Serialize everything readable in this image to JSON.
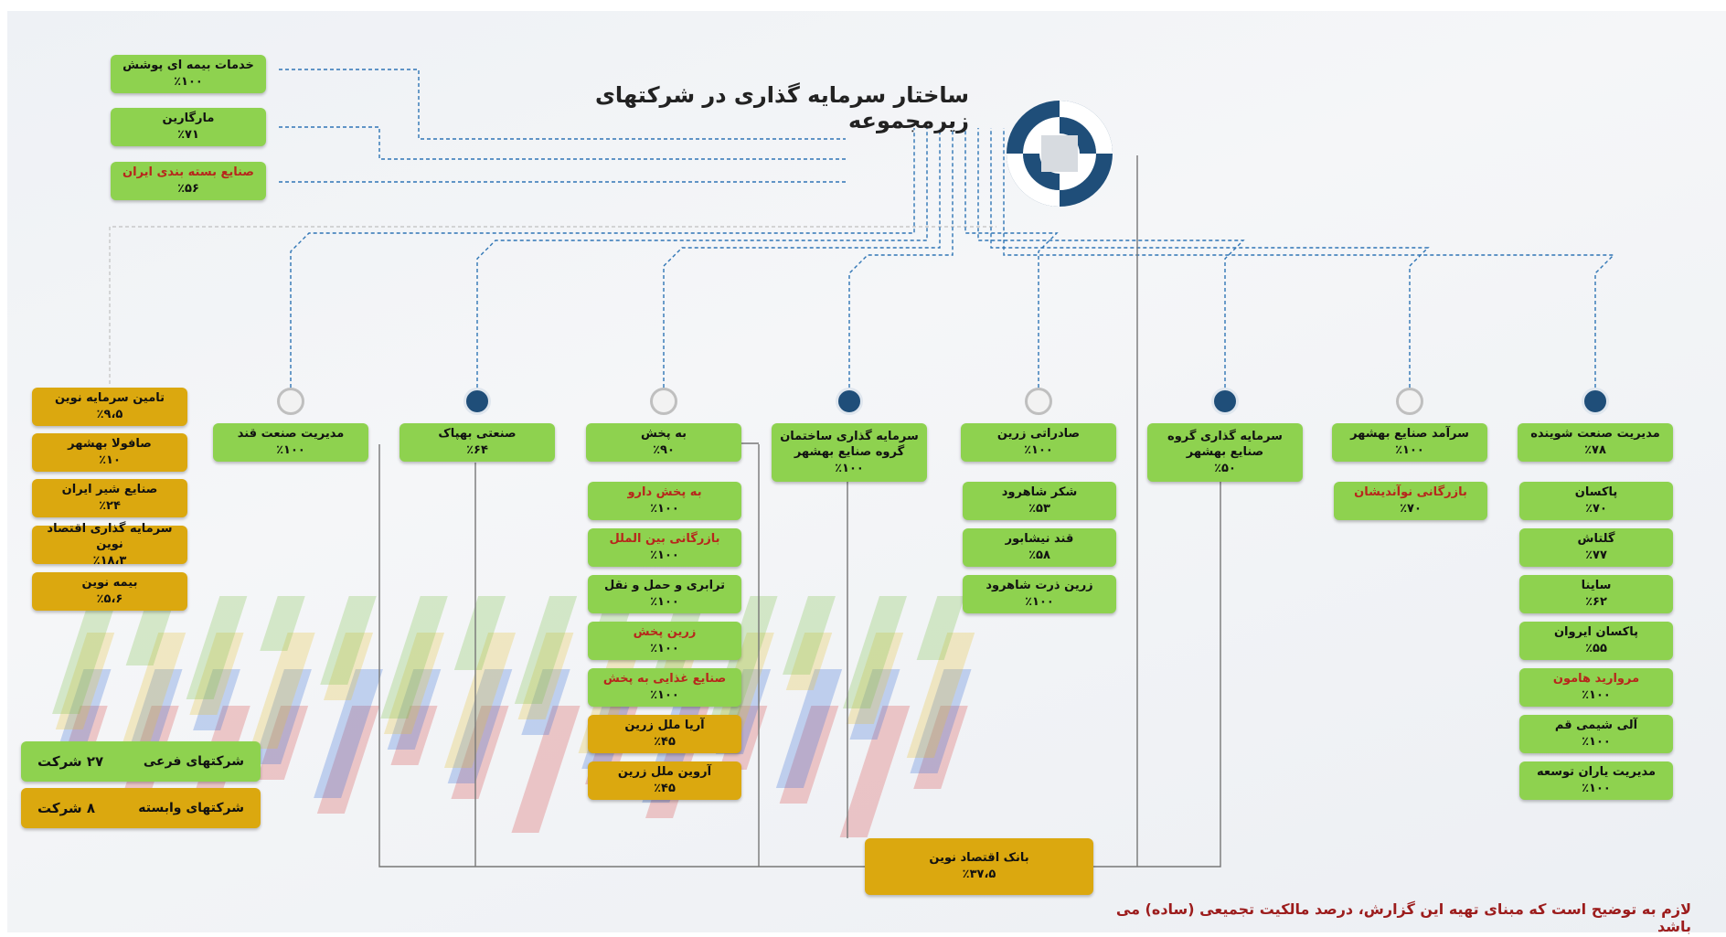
{
  "title": "ساختار سرمایه گذاری در شرکتهای زیرمجموعه",
  "note": "لازم به توضیح است که مبنای تهیه این گزارش، درصد مالکیت تجمیعی (ساده) می باشد",
  "colors": {
    "green": "#8ed24f",
    "gold": "#dba80f",
    "blue": "#1f4e79",
    "line": "#2f75b5",
    "red_text": "#b7261c"
  },
  "top_left": [
    {
      "name": "خدمات بیمه ای پوشش",
      "pct": "٪۱۰۰"
    },
    {
      "name": "مارگارین",
      "pct": "٪۷۱"
    },
    {
      "name": "صنایع بسته بندی ایران",
      "pct": "٪۵۶"
    }
  ],
  "associates_left": [
    {
      "name": "تامین سرمایه نوین",
      "pct": "٪۹،۵"
    },
    {
      "name": "صافولا بهشهر",
      "pct": "٪۱۰"
    },
    {
      "name": "صنایع شیر ایران",
      "pct": "٪۲۴"
    },
    {
      "name": "سرمایه گذاری اقتصاد نوین",
      "pct": "٪۱۸،۳"
    },
    {
      "name": "بیمه نوین",
      "pct": "٪۵،۶"
    }
  ],
  "columns": [
    {
      "name": "مدیریت صنعت قند",
      "pct": "٪۱۰۰",
      "dot": "white",
      "children": []
    },
    {
      "name": "صنعتی بهپاک",
      "pct": "٪۶۴",
      "dot": "blue",
      "children": []
    },
    {
      "name": "به پخش",
      "pct": "٪۹۰",
      "dot": "white",
      "children": [
        {
          "name": "به پخش دارو",
          "pct": "٪۱۰۰",
          "c": "g",
          "red": true
        },
        {
          "name": "بازرگانی بین الملل",
          "pct": "٪۱۰۰",
          "c": "g",
          "red": true
        },
        {
          "name": "ترابری و حمل و نقل",
          "pct": "٪۱۰۰",
          "c": "g"
        },
        {
          "name": "زرین پخش",
          "pct": "٪۱۰۰",
          "c": "g",
          "red": true
        },
        {
          "name": "صنایع غذایی به پخش",
          "pct": "٪۱۰۰",
          "c": "g",
          "red": true
        },
        {
          "name": "آریا ملل زرین",
          "pct": "٪۴۵",
          "c": "y"
        },
        {
          "name": "آروین ملل زرین",
          "pct": "٪۴۵",
          "c": "y"
        }
      ]
    },
    {
      "name": "سرمایه گذاری ساختمان گروه صنایع بهشهر",
      "pct": "٪۱۰۰",
      "dot": "blue",
      "children": []
    },
    {
      "name": "صادراتی زرین",
      "pct": "٪۱۰۰",
      "dot": "white",
      "children": [
        {
          "name": "شکر شاهرود",
          "pct": "٪۵۳",
          "c": "g"
        },
        {
          "name": "قند نیشابور",
          "pct": "٪۵۸",
          "c": "g"
        },
        {
          "name": "زرین ذرت شاهرود",
          "pct": "٪۱۰۰",
          "c": "g"
        }
      ]
    },
    {
      "name": "سرمایه گذاری گروه صنایع بهشهر",
      "pct": "٪۵۰",
      "dot": "blue",
      "children": []
    },
    {
      "name": "سرآمد صنایع بهشهر",
      "pct": "٪۱۰۰",
      "dot": "white",
      "children": [
        {
          "name": "بازرگانی نوآندیشان",
          "pct": "٪۷۰",
          "c": "g",
          "red": true
        }
      ]
    },
    {
      "name": "مدیریت صنعت شوینده",
      "pct": "٪۷۸",
      "dot": "blue",
      "children": [
        {
          "name": "پاکسان",
          "pct": "٪۷۰",
          "c": "g"
        },
        {
          "name": "گلتاش",
          "pct": "٪۷۷",
          "c": "g"
        },
        {
          "name": "ساینا",
          "pct": "٪۶۲",
          "c": "g"
        },
        {
          "name": "پاکسان ایروان",
          "pct": "٪۵۵",
          "c": "g"
        },
        {
          "name": "مروارید هامون",
          "pct": "٪۱۰۰",
          "c": "g",
          "red": true
        },
        {
          "name": "آلی شیمی قم",
          "pct": "٪۱۰۰",
          "c": "g"
        },
        {
          "name": "مدیریت یاران توسعه",
          "pct": "٪۱۰۰",
          "c": "g"
        }
      ]
    }
  ],
  "bank": {
    "name": "بانک اقتصاد نوین",
    "pct": "٪۳۷،۵"
  },
  "legend": [
    {
      "label": "شرکتهای فرعی",
      "count": "۲۷ شرکت",
      "c": "g"
    },
    {
      "label": "شرکتهای وابسته",
      "count": "۸ شرکت",
      "c": "y"
    }
  ]
}
